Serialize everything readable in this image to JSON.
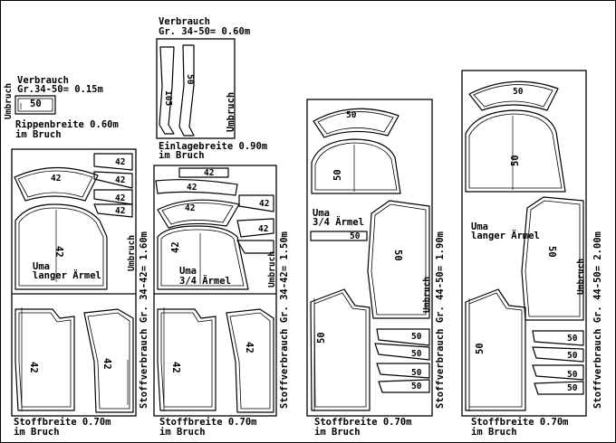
{
  "small_blocks": {
    "ribbing": {
      "consumption": "Verbrauch",
      "size_consumption": "Gr.34-50= 0.15m",
      "fold": "Umbruch",
      "num": "50",
      "width": "Rippenbreite 0.60m",
      "fold_note": "im Bruch"
    },
    "interfacing": {
      "consumption": "Verbrauch",
      "size_consumption": "Gr. 34-50= 0.60m",
      "num1": "105",
      "num2": "50",
      "fold": "Umbruch",
      "width": "Einlagebreite 0.90m",
      "fold_note": "im Bruch"
    }
  },
  "layouts": [
    {
      "sleeve_label": "Uma\nlanger Ärmel",
      "sleeve_line1": "Uma",
      "sleeve_line2": "langer Ärmel",
      "size_num": "42",
      "fold": "Umbruch",
      "consumption": "Stoffverbrauch Gr. 34-42= 1.60m",
      "width": "Stoffbreite 0.70m",
      "fold_note": "im Bruch"
    },
    {
      "sleeve_line1": "Uma",
      "sleeve_line2": "3/4 Ärmel",
      "size_num": "42",
      "fold": "Umbruch",
      "consumption": "Stoffverbrauch Gr. 34-42= 1.50m",
      "width": "Stoffbreite 0.70m",
      "fold_note": "im Bruch"
    },
    {
      "sleeve_line1": "Uma",
      "sleeve_line2": "3/4 Ärmel",
      "size_num": "50",
      "fold": "Umbruch",
      "consumption": "Stoffverbrauch Gr. 44-50= 1.90m",
      "width": "Stoffbreite 0.70m",
      "fold_note": "im Bruch"
    },
    {
      "sleeve_line1": "Uma",
      "sleeve_line2": "langer Ärmel",
      "size_num": "50",
      "fold": "Umbruch",
      "consumption": "Stoffverbrauch Gr. 44-50= 2.00m",
      "width": "Stoffbreite 0.70m",
      "fold_note": "im Bruch"
    }
  ]
}
